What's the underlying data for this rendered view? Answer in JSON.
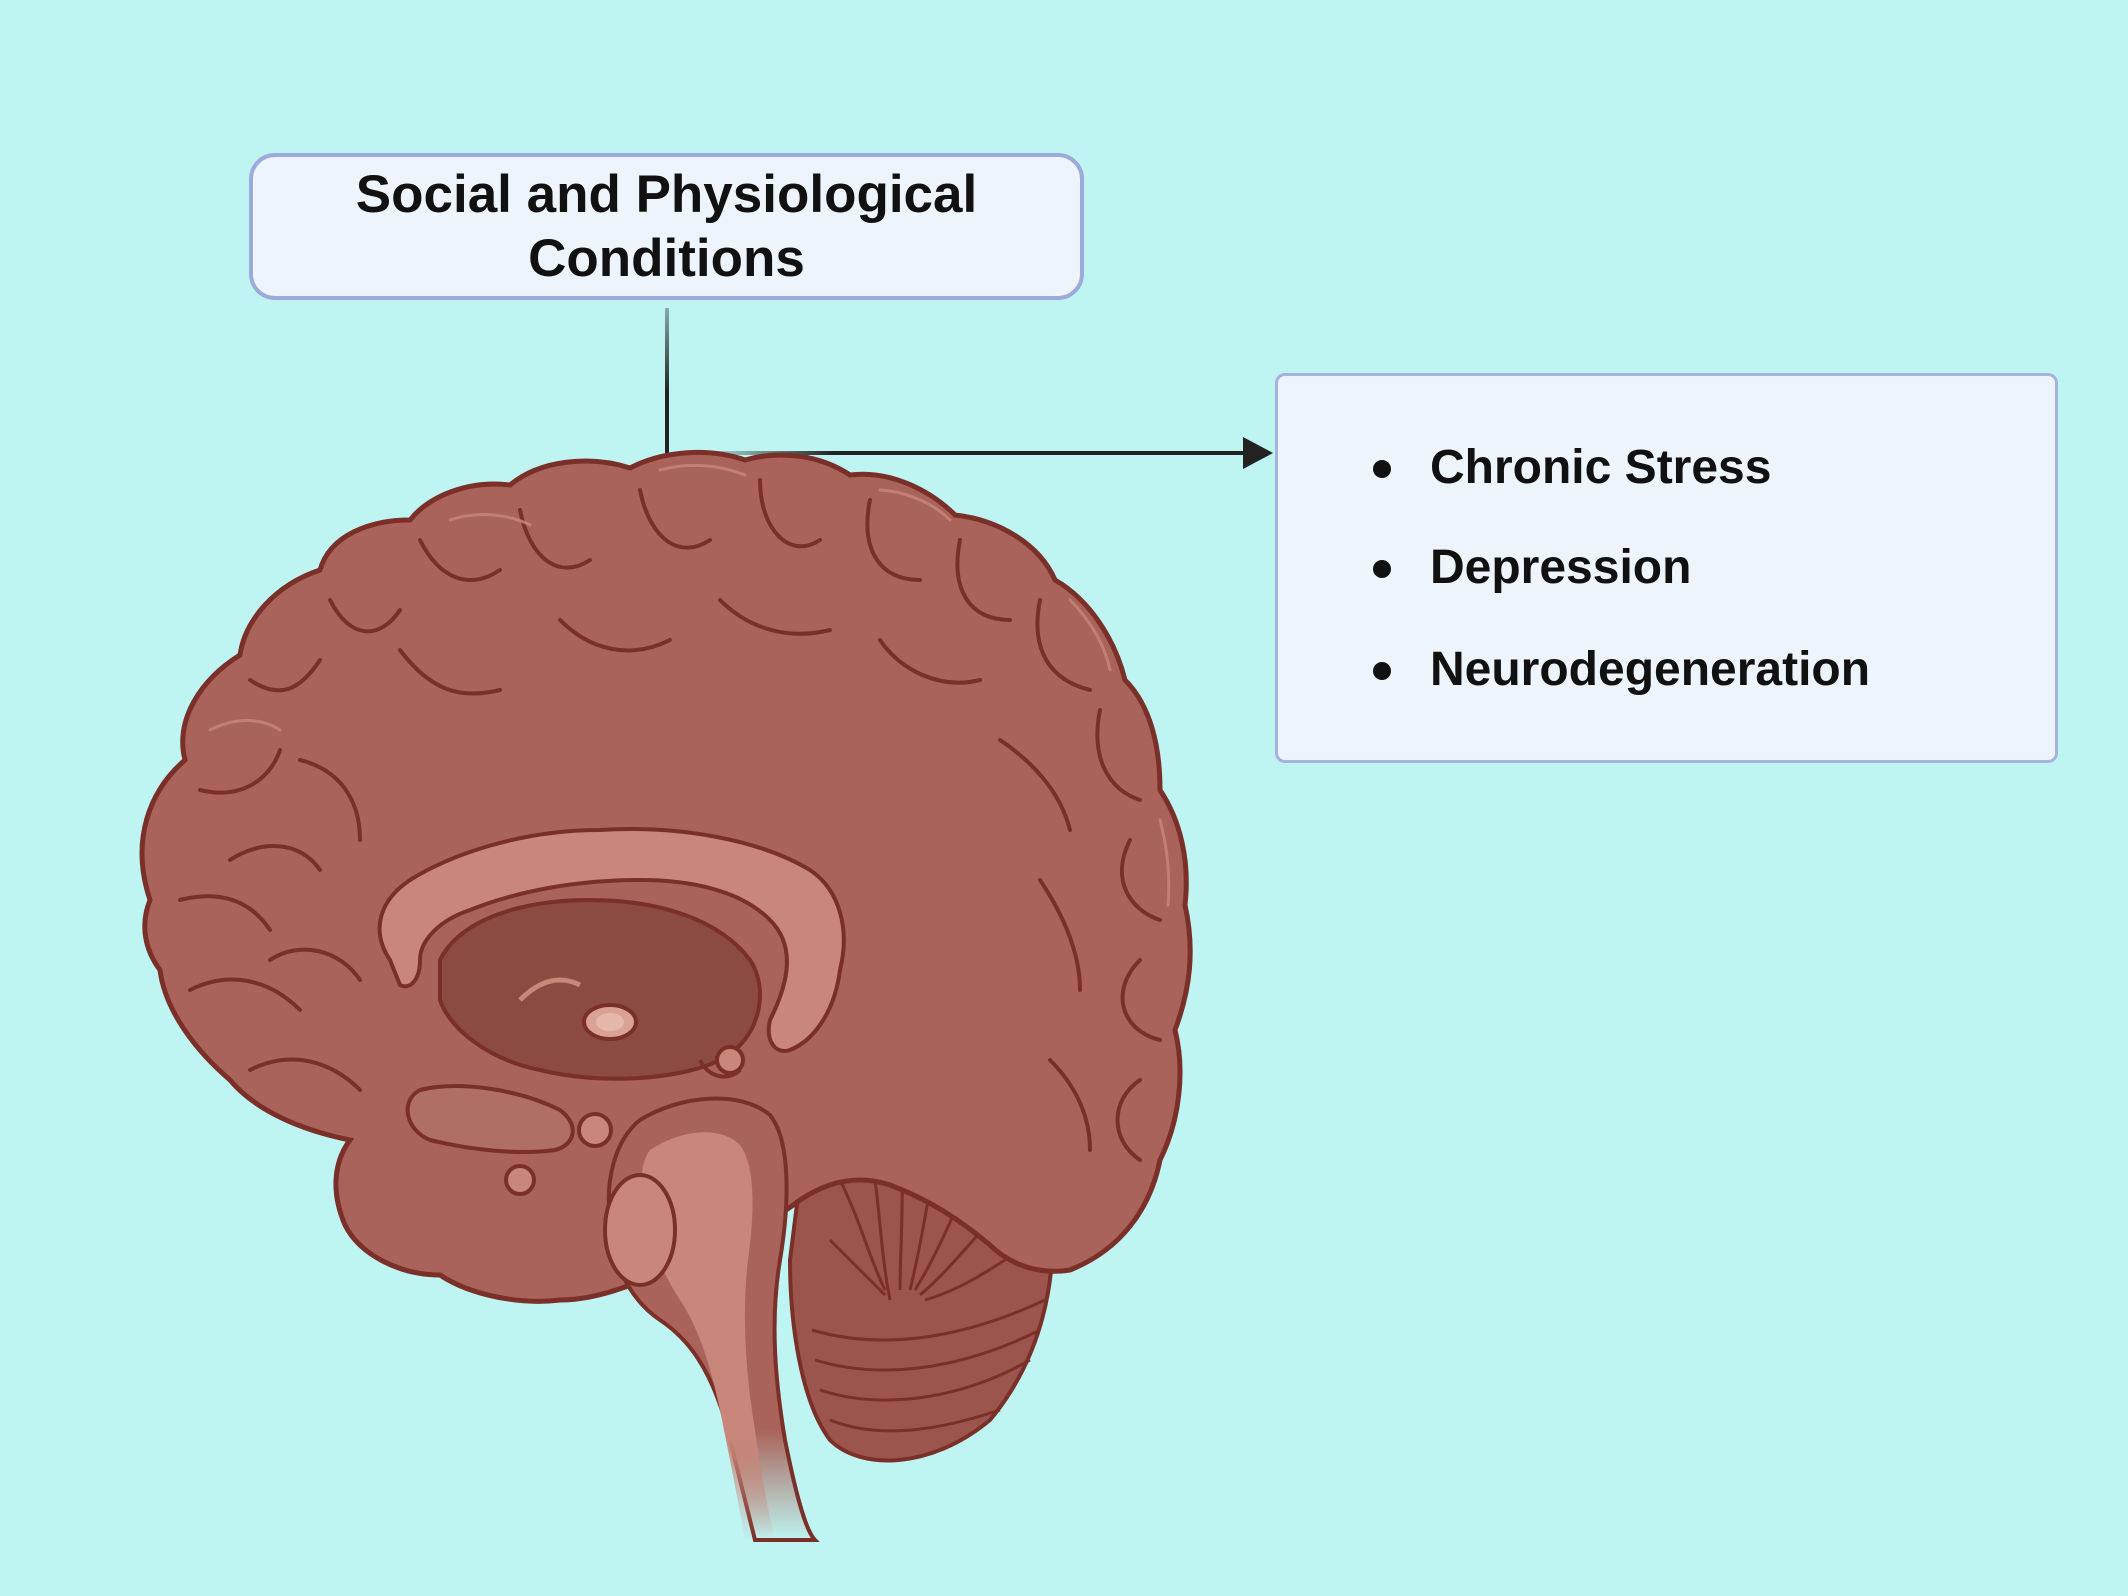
{
  "top_box": {
    "lines": [
      "Social and Physiological",
      "Conditions"
    ]
  },
  "conditions_list": {
    "items": [
      "Chronic Stress",
      "Depression",
      "Neurodegeneration"
    ]
  },
  "colors": {
    "background": "#bef4f1",
    "box_fill": "#eef4fc",
    "box_border": "#9fa9dc",
    "arrow": "#222222",
    "brain_outer": "#a9635a",
    "brain_outline": "#7a2f28",
    "brain_inner": "#c8877a",
    "brain_dark": "#8b4a42"
  },
  "icons": {
    "brain": "brain-sagittal-illustration",
    "arrow_down": "arrow-down-icon",
    "arrow_right": "arrow-right-icon"
  }
}
